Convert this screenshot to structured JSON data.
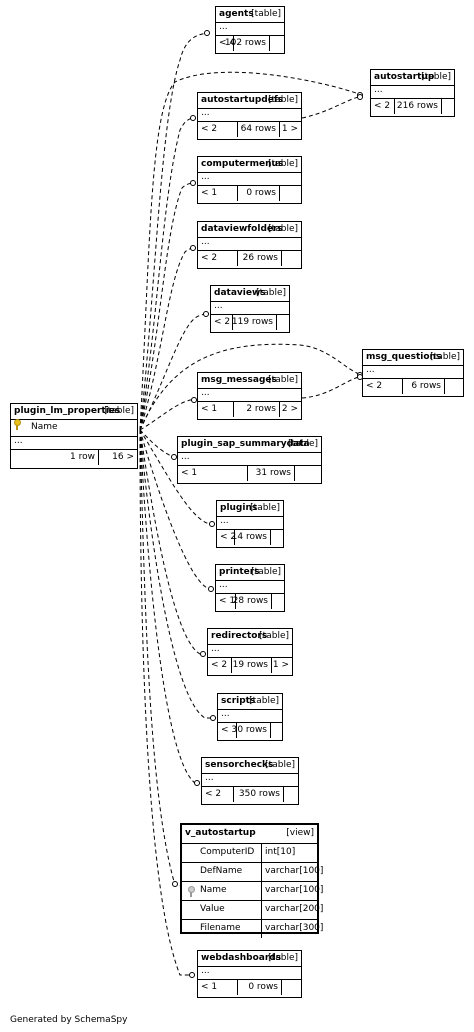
{
  "credit": "Generated by SchemaSpy",
  "tables": {
    "plugin_lm_properties": {
      "name": "plugin_lm_properties",
      "kind": "[table]",
      "column": "Name",
      "dots": "...",
      "rows": "1 row",
      "children": "16 >"
    },
    "agents": {
      "name": "agents",
      "kind": "[table]",
      "dots": "...",
      "parents": "< 4",
      "rows": "102 rows"
    },
    "autostartup": {
      "name": "autostartup",
      "kind": "[table]",
      "dots": "...",
      "parents": "< 2",
      "rows": "216 rows"
    },
    "autostartupdefs": {
      "name": "autostartupdefs",
      "kind": "[table]",
      "dots": "...",
      "parents": "< 2",
      "rows": "64 rows",
      "children": "1 >"
    },
    "computermenus": {
      "name": "computermenus",
      "kind": "[table]",
      "dots": "...",
      "parents": "< 1",
      "rows": "0 rows"
    },
    "dataviewfolders": {
      "name": "dataviewfolders",
      "kind": "[table]",
      "dots": "...",
      "parents": "< 2",
      "rows": "26 rows"
    },
    "dataviews": {
      "name": "dataviews",
      "kind": "[table]",
      "dots": "...",
      "parents": "< 2",
      "rows": "119 rows"
    },
    "msg_questions": {
      "name": "msg_questions",
      "kind": "[table]",
      "dots": "...",
      "parents": "< 2",
      "rows": "6 rows"
    },
    "msg_messages": {
      "name": "msg_messages",
      "kind": "[table]",
      "dots": "...",
      "parents": "< 1",
      "rows": "2 rows",
      "children": "2 >"
    },
    "plugin_sap_summarydata": {
      "name": "plugin_sap_summarydata",
      "kind": "[table]",
      "dots": "...",
      "parents": "< 1",
      "rows": "31 rows"
    },
    "plugins": {
      "name": "plugins",
      "kind": "[table]",
      "dots": "...",
      "parents": "< 2",
      "rows": "14 rows"
    },
    "printers": {
      "name": "printers",
      "kind": "[table]",
      "dots": "...",
      "parents": "< 1",
      "rows": "28 rows"
    },
    "redirectors": {
      "name": "redirectors",
      "kind": "[table]",
      "dots": "...",
      "parents": "< 2",
      "rows": "19 rows",
      "children": "1 >"
    },
    "scripts": {
      "name": "scripts",
      "kind": "[table]",
      "dots": "...",
      "parents": "< 3",
      "rows": "0 rows"
    },
    "sensorchecks": {
      "name": "sensorchecks",
      "kind": "[table]",
      "dots": "...",
      "parents": "< 2",
      "rows": "350 rows"
    },
    "webdashboards": {
      "name": "webdashboards",
      "kind": "[table]",
      "dots": "...",
      "parents": "< 1",
      "rows": "0 rows"
    }
  },
  "view": {
    "name": "v_autostartup",
    "kind": "[view]",
    "columns": [
      {
        "name": "ComputerID",
        "type": "int[10]"
      },
      {
        "name": "DefName",
        "type": "varchar[100]"
      },
      {
        "name": "Name",
        "type": "varchar[100]"
      },
      {
        "name": "Value",
        "type": "varchar[200]"
      },
      {
        "name": "Filename",
        "type": "varchar[300]"
      }
    ]
  }
}
